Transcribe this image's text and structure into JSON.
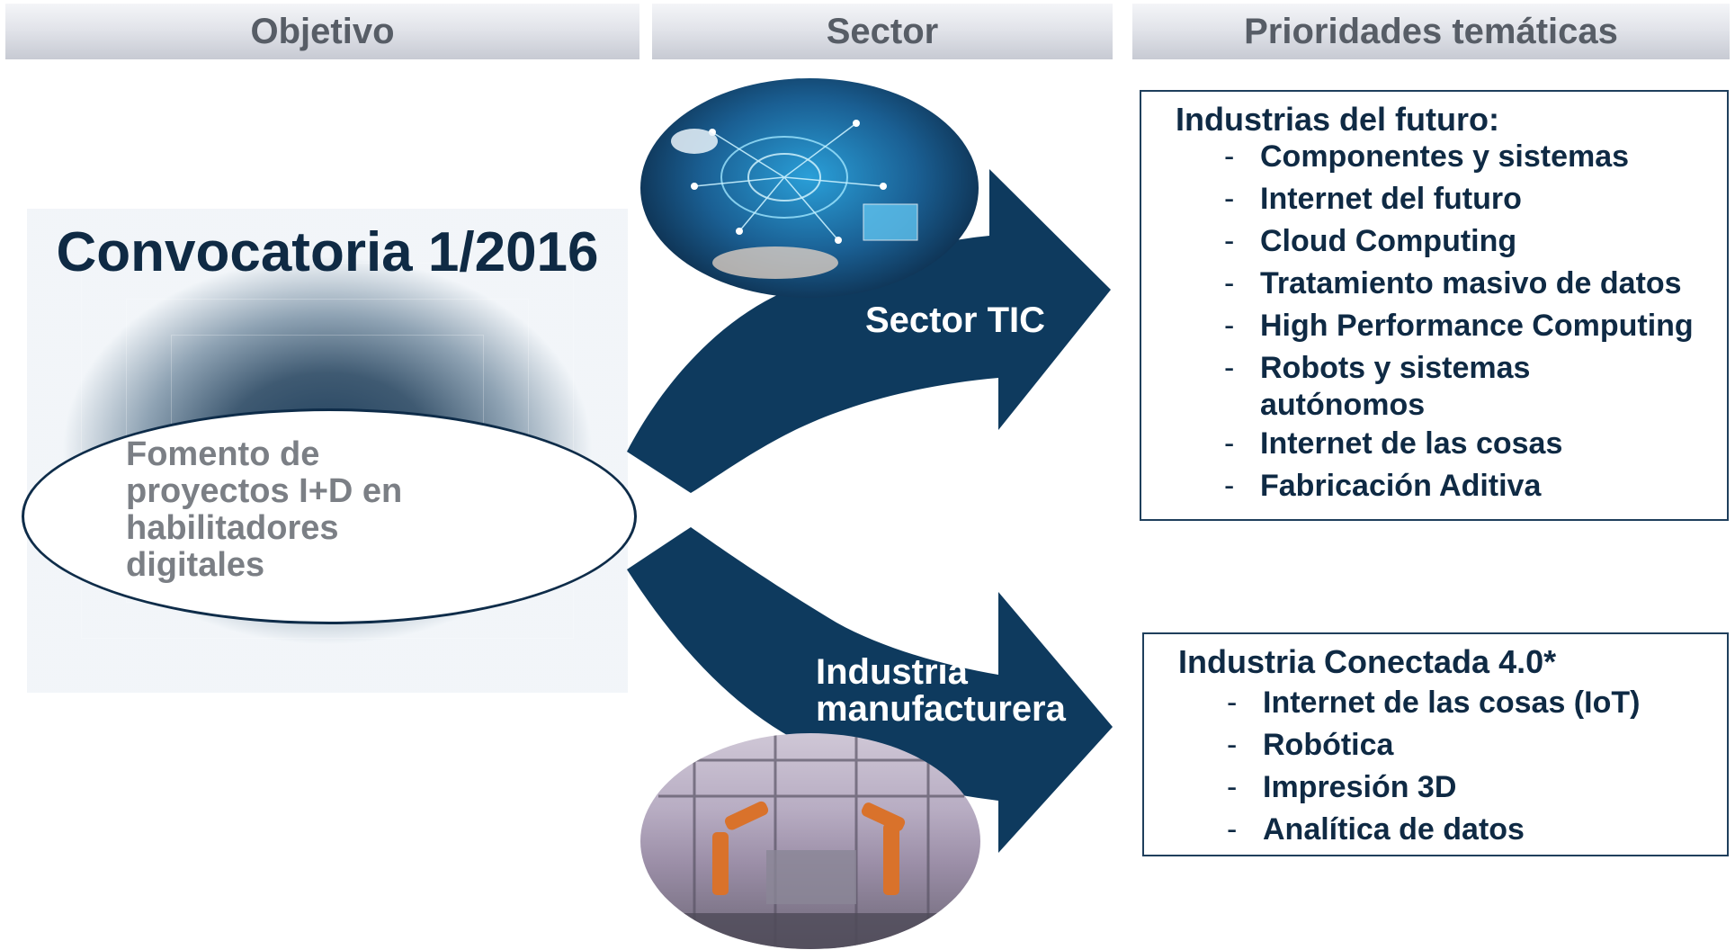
{
  "headers": {
    "objetivo": "Objetivo",
    "sector": "Sector",
    "prioridades": "Prioridades temáticas"
  },
  "objective": {
    "title": "Convocatoria 1/2016",
    "description": "Fomento de\nproyectos I+D en\nhabilitadores\ndigitales"
  },
  "sectors": {
    "tic": {
      "label": "Sector TIC",
      "image": "digital-technology-image"
    },
    "industria": {
      "label_line1": "Industria",
      "label_line2": "manufacturera",
      "image": "factory-robots-image"
    }
  },
  "priorities": {
    "futuro": {
      "title": "Industrias del futuro:",
      "items": [
        "Componentes y sistemas",
        "Internet del futuro",
        "Cloud Computing",
        "Tratamiento masivo de datos",
        "High Performance Computing",
        "Robots y sistemas\nautónomos",
        "Internet de las cosas",
        "Fabricación Aditiva"
      ]
    },
    "conectada": {
      "title": "Industria Conectada 4.0*",
      "items": [
        "Internet de las cosas (IoT)",
        "Robótica",
        "Impresión 3D",
        "Analítica de datos"
      ]
    }
  },
  "bullet": "-",
  "colors": {
    "arrow": "#0e3a5e",
    "title": "#0f2a44",
    "header_text": "#575d66",
    "objective_text": "#7b7f85"
  }
}
